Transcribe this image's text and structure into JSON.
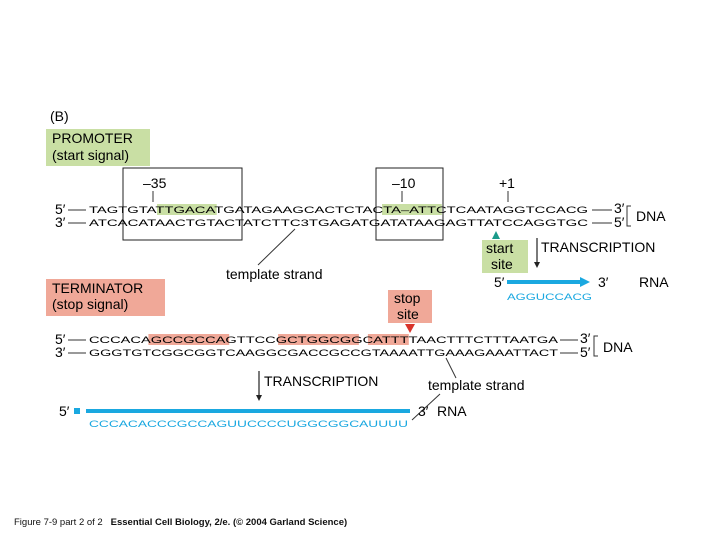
{
  "panel_label": "(B)",
  "promoter": {
    "title": "PROMOTER",
    "subtitle": "(start signal)",
    "box_color": "#c9dfa4",
    "pos_minus35": "–35",
    "pos_minus10": "–10",
    "pos_plus1": "+1",
    "top_strand": {
      "left_end": "5′",
      "right_end": "3′",
      "segments": [
        {
          "text": "TAGTGTA",
          "hl": false
        },
        {
          "text": "TTGACA",
          "hl": true
        },
        {
          "text": "TGATAGAAGCACTCTAC",
          "hl": false
        },
        {
          "text": "TA",
          "hl": true
        },
        {
          "text": "–",
          "hl": true
        },
        {
          "text": "ATT",
          "hl": true
        },
        {
          "text": "CTCAATAGGTCCACG",
          "hl": false
        }
      ]
    },
    "bottom_strand": {
      "left_end": "3′",
      "right_end": "5′",
      "text": "ATCACATAACTGTACTATCTTC3TGAGATGATATAAGAGTTATCCAGGTGC"
    },
    "dna_label": "DNA",
    "template_label": "template strand",
    "start_label_1": "start",
    "start_label_2": "site",
    "start_marker_color": "#1a9a8a",
    "transcription_label": "TRANSCRIPTION",
    "rna_5": "5′",
    "rna_3": "3′",
    "rna_label": "RNA",
    "rna_seq": "AGGUCCACG"
  },
  "terminator": {
    "title": "TERMINATOR",
    "subtitle": "(stop signal)",
    "box_color": "#f0a898",
    "stop_label_1": "stop",
    "stop_label_2": "site",
    "stop_marker_color": "#d9332a",
    "top_strand": {
      "left_end": "5′",
      "right_end": "3′",
      "segments": [
        {
          "text": "CCCACA",
          "hl": false
        },
        {
          "text": "GCCGCCAG",
          "hl": true
        },
        {
          "text": "TTCCG",
          "hl": false
        },
        {
          "text": "CTGGCGGC",
          "hl": true
        },
        {
          "text": "A",
          "hl": false
        },
        {
          "text": "TTTT",
          "hl": true
        },
        {
          "text": "AACTTTCTTTAATGA",
          "hl": false
        }
      ]
    },
    "bottom_strand": {
      "left_end": "3′",
      "right_end": "5′",
      "text": "GGGTGTCGGCGGTCAAGGCGACCGCCGTAAAATTGAAAGAAATTACT"
    },
    "dna_label": "DNA",
    "transcription_label": "TRANSCRIPTION",
    "template_label": "template strand",
    "rna_5": "5′",
    "rna_3": "3′",
    "rna_label": "RNA",
    "rna_seq": "CCCACACCCGCCAGUUCCCCUGGCGGCAUUUU"
  },
  "colors": {
    "rna": "#1aa8e0",
    "rna_text": "#1aa8e0",
    "line": "#333333"
  },
  "caption": {
    "figure": "Figure 7-9 part 2 of 2",
    "source": "Essential Cell Biology, 2/e. (© 2004 Garland Science)"
  }
}
